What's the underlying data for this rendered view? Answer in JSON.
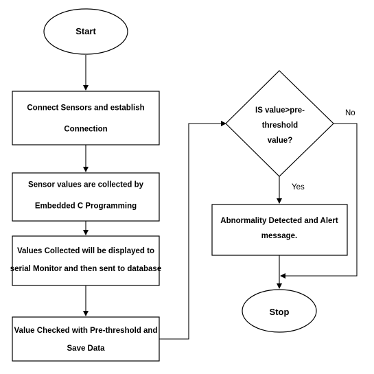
{
  "nodes": {
    "start": {
      "lines": [
        "Start"
      ]
    },
    "connect": {
      "lines": [
        "Connect Sensors and establish",
        "Connection"
      ]
    },
    "collect": {
      "lines": [
        "Sensor values are collected by",
        "Embedded C Programming"
      ]
    },
    "display": {
      "lines": [
        "Values Collected will be displayed to",
        "serial Monitor and then sent to database"
      ]
    },
    "check": {
      "lines": [
        "Value Checked with Pre-threshold and",
        "Save Data"
      ]
    },
    "decision": {
      "lines": [
        "IS value>pre-",
        "threshold",
        "value?"
      ]
    },
    "alert": {
      "lines": [
        "Abnormality Detected and Alert",
        "message."
      ]
    },
    "stop": {
      "lines": [
        "Stop"
      ]
    }
  },
  "edges": {
    "yes_label": "Yes",
    "no_label": "No"
  },
  "colors": {
    "stroke": "#000000",
    "fill": "#ffffff",
    "text": "#000000"
  }
}
